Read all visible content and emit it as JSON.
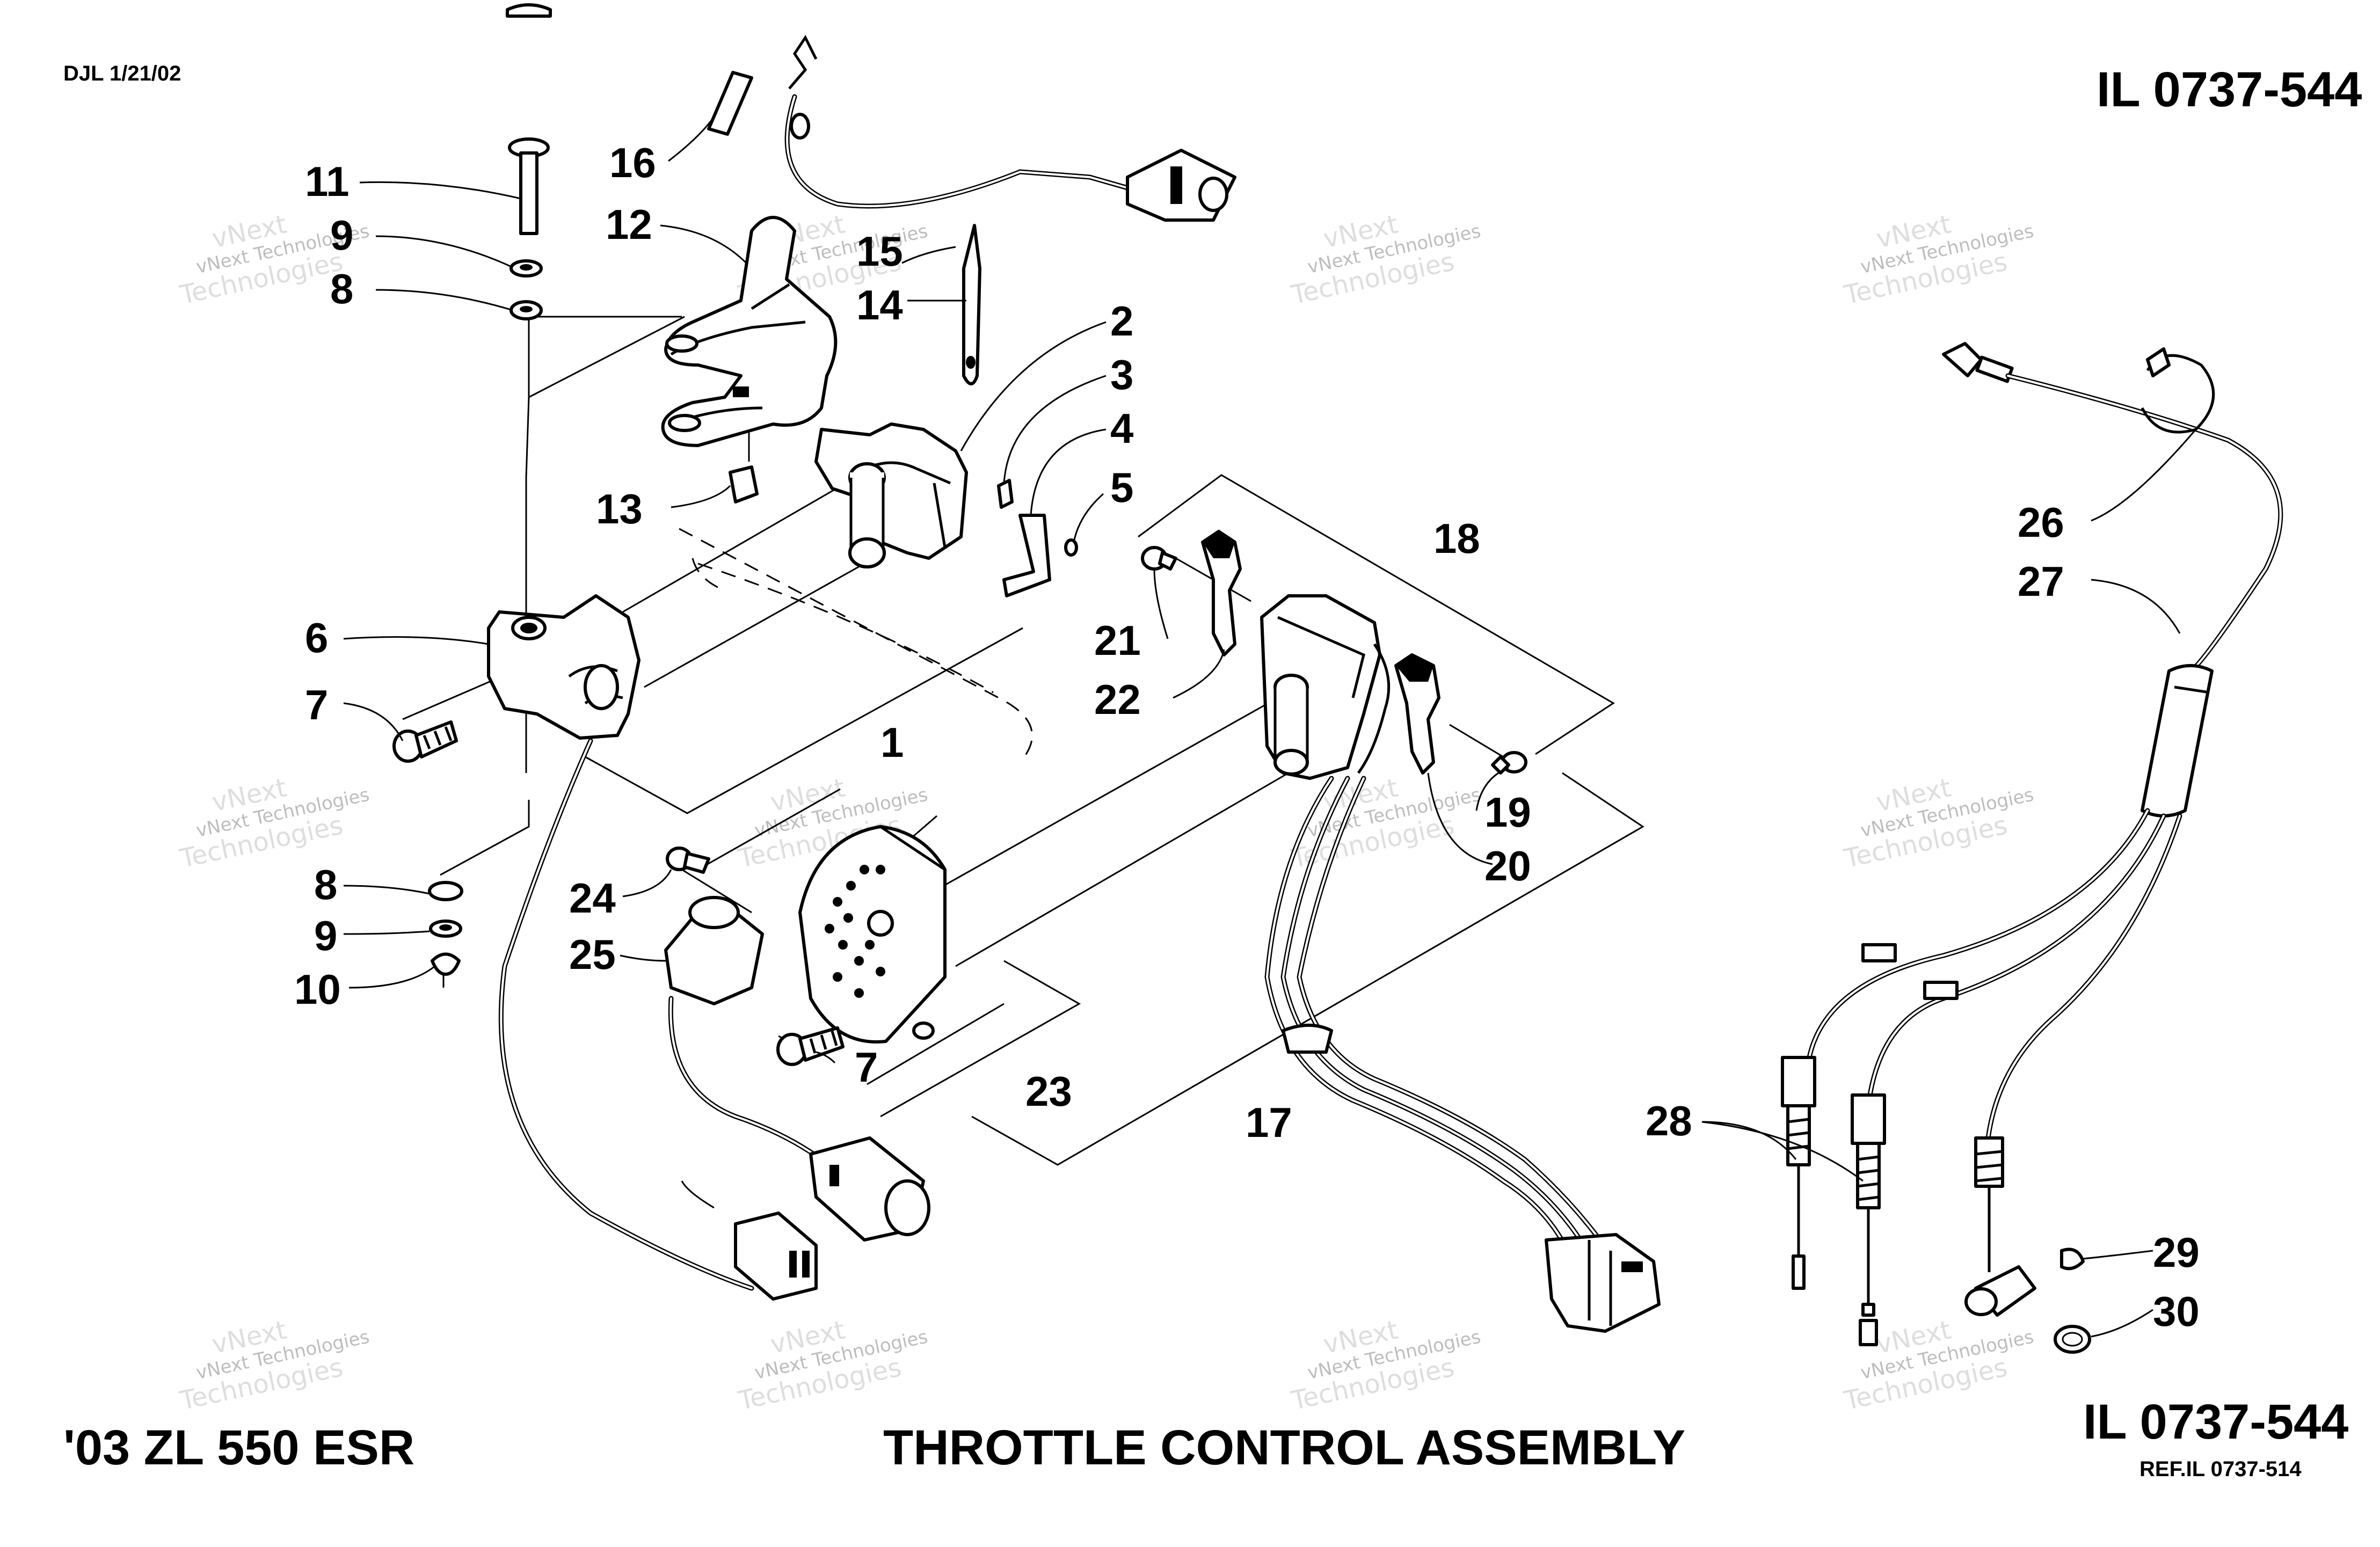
{
  "header": {
    "draft_note": "DJL 1/21/02",
    "illustration_id_top": "IL 0737-544",
    "illustration_id_bottom": "IL 0737-544",
    "reference": "REF.IL 0737-514"
  },
  "footer": {
    "model": "'03 ZL 550 ESR",
    "title": "THROTTLE CONTROL ASSEMBLY"
  },
  "watermark": {
    "line1": "vNext Technologies",
    "line2": "vNext",
    "line3": "Technologies"
  },
  "callouts": [
    {
      "id": "c1",
      "text": "1"
    },
    {
      "id": "c2",
      "text": "2"
    },
    {
      "id": "c3",
      "text": "3"
    },
    {
      "id": "c4",
      "text": "4"
    },
    {
      "id": "c5",
      "text": "5"
    },
    {
      "id": "c6",
      "text": "6"
    },
    {
      "id": "c7a",
      "text": "7"
    },
    {
      "id": "c7b",
      "text": "7"
    },
    {
      "id": "c8a",
      "text": "8"
    },
    {
      "id": "c8b",
      "text": "8"
    },
    {
      "id": "c9a",
      "text": "9"
    },
    {
      "id": "c9b",
      "text": "9"
    },
    {
      "id": "c10",
      "text": "10"
    },
    {
      "id": "c11",
      "text": "11"
    },
    {
      "id": "c12",
      "text": "12"
    },
    {
      "id": "c13",
      "text": "13"
    },
    {
      "id": "c14",
      "text": "14"
    },
    {
      "id": "c15",
      "text": "15"
    },
    {
      "id": "c16",
      "text": "16"
    },
    {
      "id": "c17",
      "text": "17"
    },
    {
      "id": "c18",
      "text": "18"
    },
    {
      "id": "c19",
      "text": "19"
    },
    {
      "id": "c20",
      "text": "20"
    },
    {
      "id": "c21",
      "text": "21"
    },
    {
      "id": "c22",
      "text": "22"
    },
    {
      "id": "c23",
      "text": "23"
    },
    {
      "id": "c24",
      "text": "24"
    },
    {
      "id": "c25",
      "text": "25"
    },
    {
      "id": "c26",
      "text": "26"
    },
    {
      "id": "c27",
      "text": "27"
    },
    {
      "id": "c28",
      "text": "28"
    },
    {
      "id": "c29",
      "text": "29"
    },
    {
      "id": "c30",
      "text": "30"
    }
  ]
}
